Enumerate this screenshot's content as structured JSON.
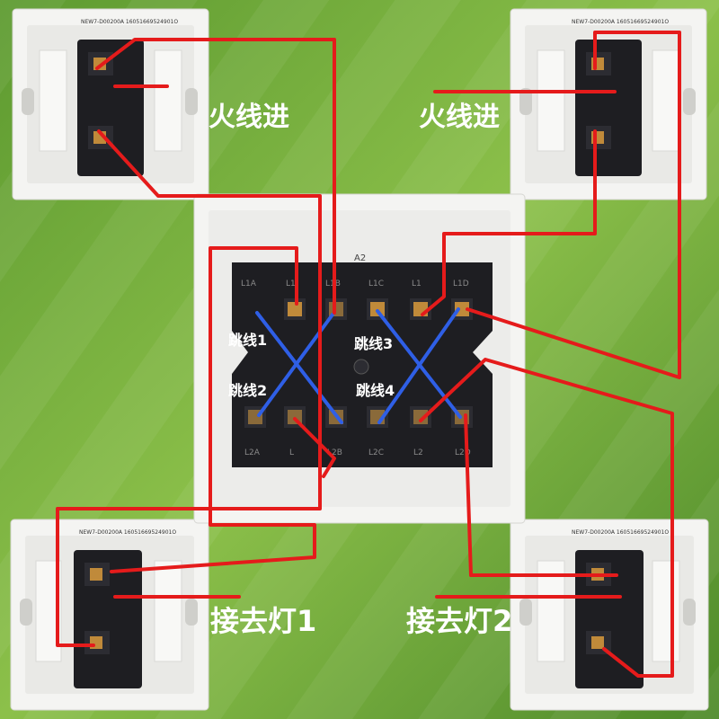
{
  "colors": {
    "background_light": "#8fbf4a",
    "background_dark": "#4e8a2a",
    "plate": "#f4f4f2",
    "module": "#1e1e22",
    "wire_red": "#e51b1b",
    "wire_blue": "#2f5fe6",
    "label_text": "#ffffff",
    "terminal": "#c08a3a"
  },
  "labels": {
    "live_in_left": "火线进",
    "live_in_right": "火线进",
    "to_lamp_1": "接去灯1",
    "to_lamp_2": "接去灯2",
    "jumper_1": "跳线1",
    "jumper_2": "跳线2",
    "jumper_3": "跳线3",
    "jumper_4": "跳线4"
  },
  "switch_codes": {
    "top_left": "NEW7-D00200A 16051669524901O",
    "top_right": "NEW7-D00200A 16051669524901O",
    "bottom_left": "NEW7-D00200A 16051669524901O",
    "bottom_right": "NEW7-D00200A 16051669524901O"
  },
  "center_module": {
    "center_mark": "A2",
    "top_terminals": [
      "L1A",
      "L1",
      "L1B",
      "L1C",
      "L1",
      "L1D"
    ],
    "bottom_terminals": [
      "L2A",
      "L",
      "L2B",
      "L2C",
      "L2",
      "L2D"
    ]
  }
}
